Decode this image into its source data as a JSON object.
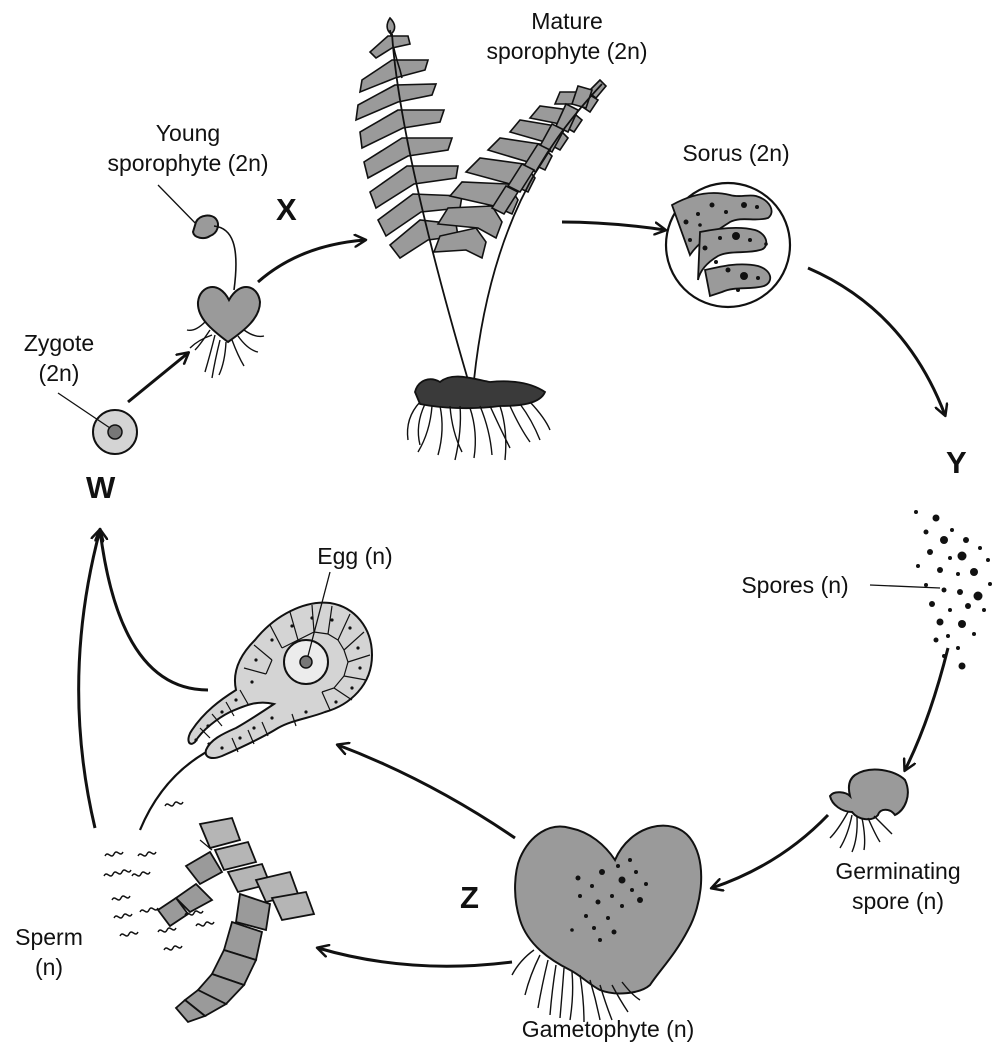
{
  "stages": {
    "W": "W",
    "X": "X",
    "Y": "Y",
    "Z": "Z"
  },
  "labels": {
    "mature_line1": "Mature",
    "mature_line2": "sporophyte (2n)",
    "young_line1": "Young",
    "young_line2": "sporophyte (2n)",
    "sorus": "Sorus (2n)",
    "zygote_line1": "Zygote",
    "zygote_line2": "(2n)",
    "spores": "Spores (n)",
    "egg": "Egg (n)",
    "germinating_line1": "Germinating",
    "germinating_line2": "spore (n)",
    "sperm_line1": "Sperm",
    "sperm_line2": "(n)",
    "gametophyte": "Gametophyte (n)"
  },
  "colors": {
    "structure_fill": "#9a9a9a",
    "light_fill": "#d4d4d4",
    "rhizome_fill": "#3a3a3a",
    "ink": "#111111"
  }
}
